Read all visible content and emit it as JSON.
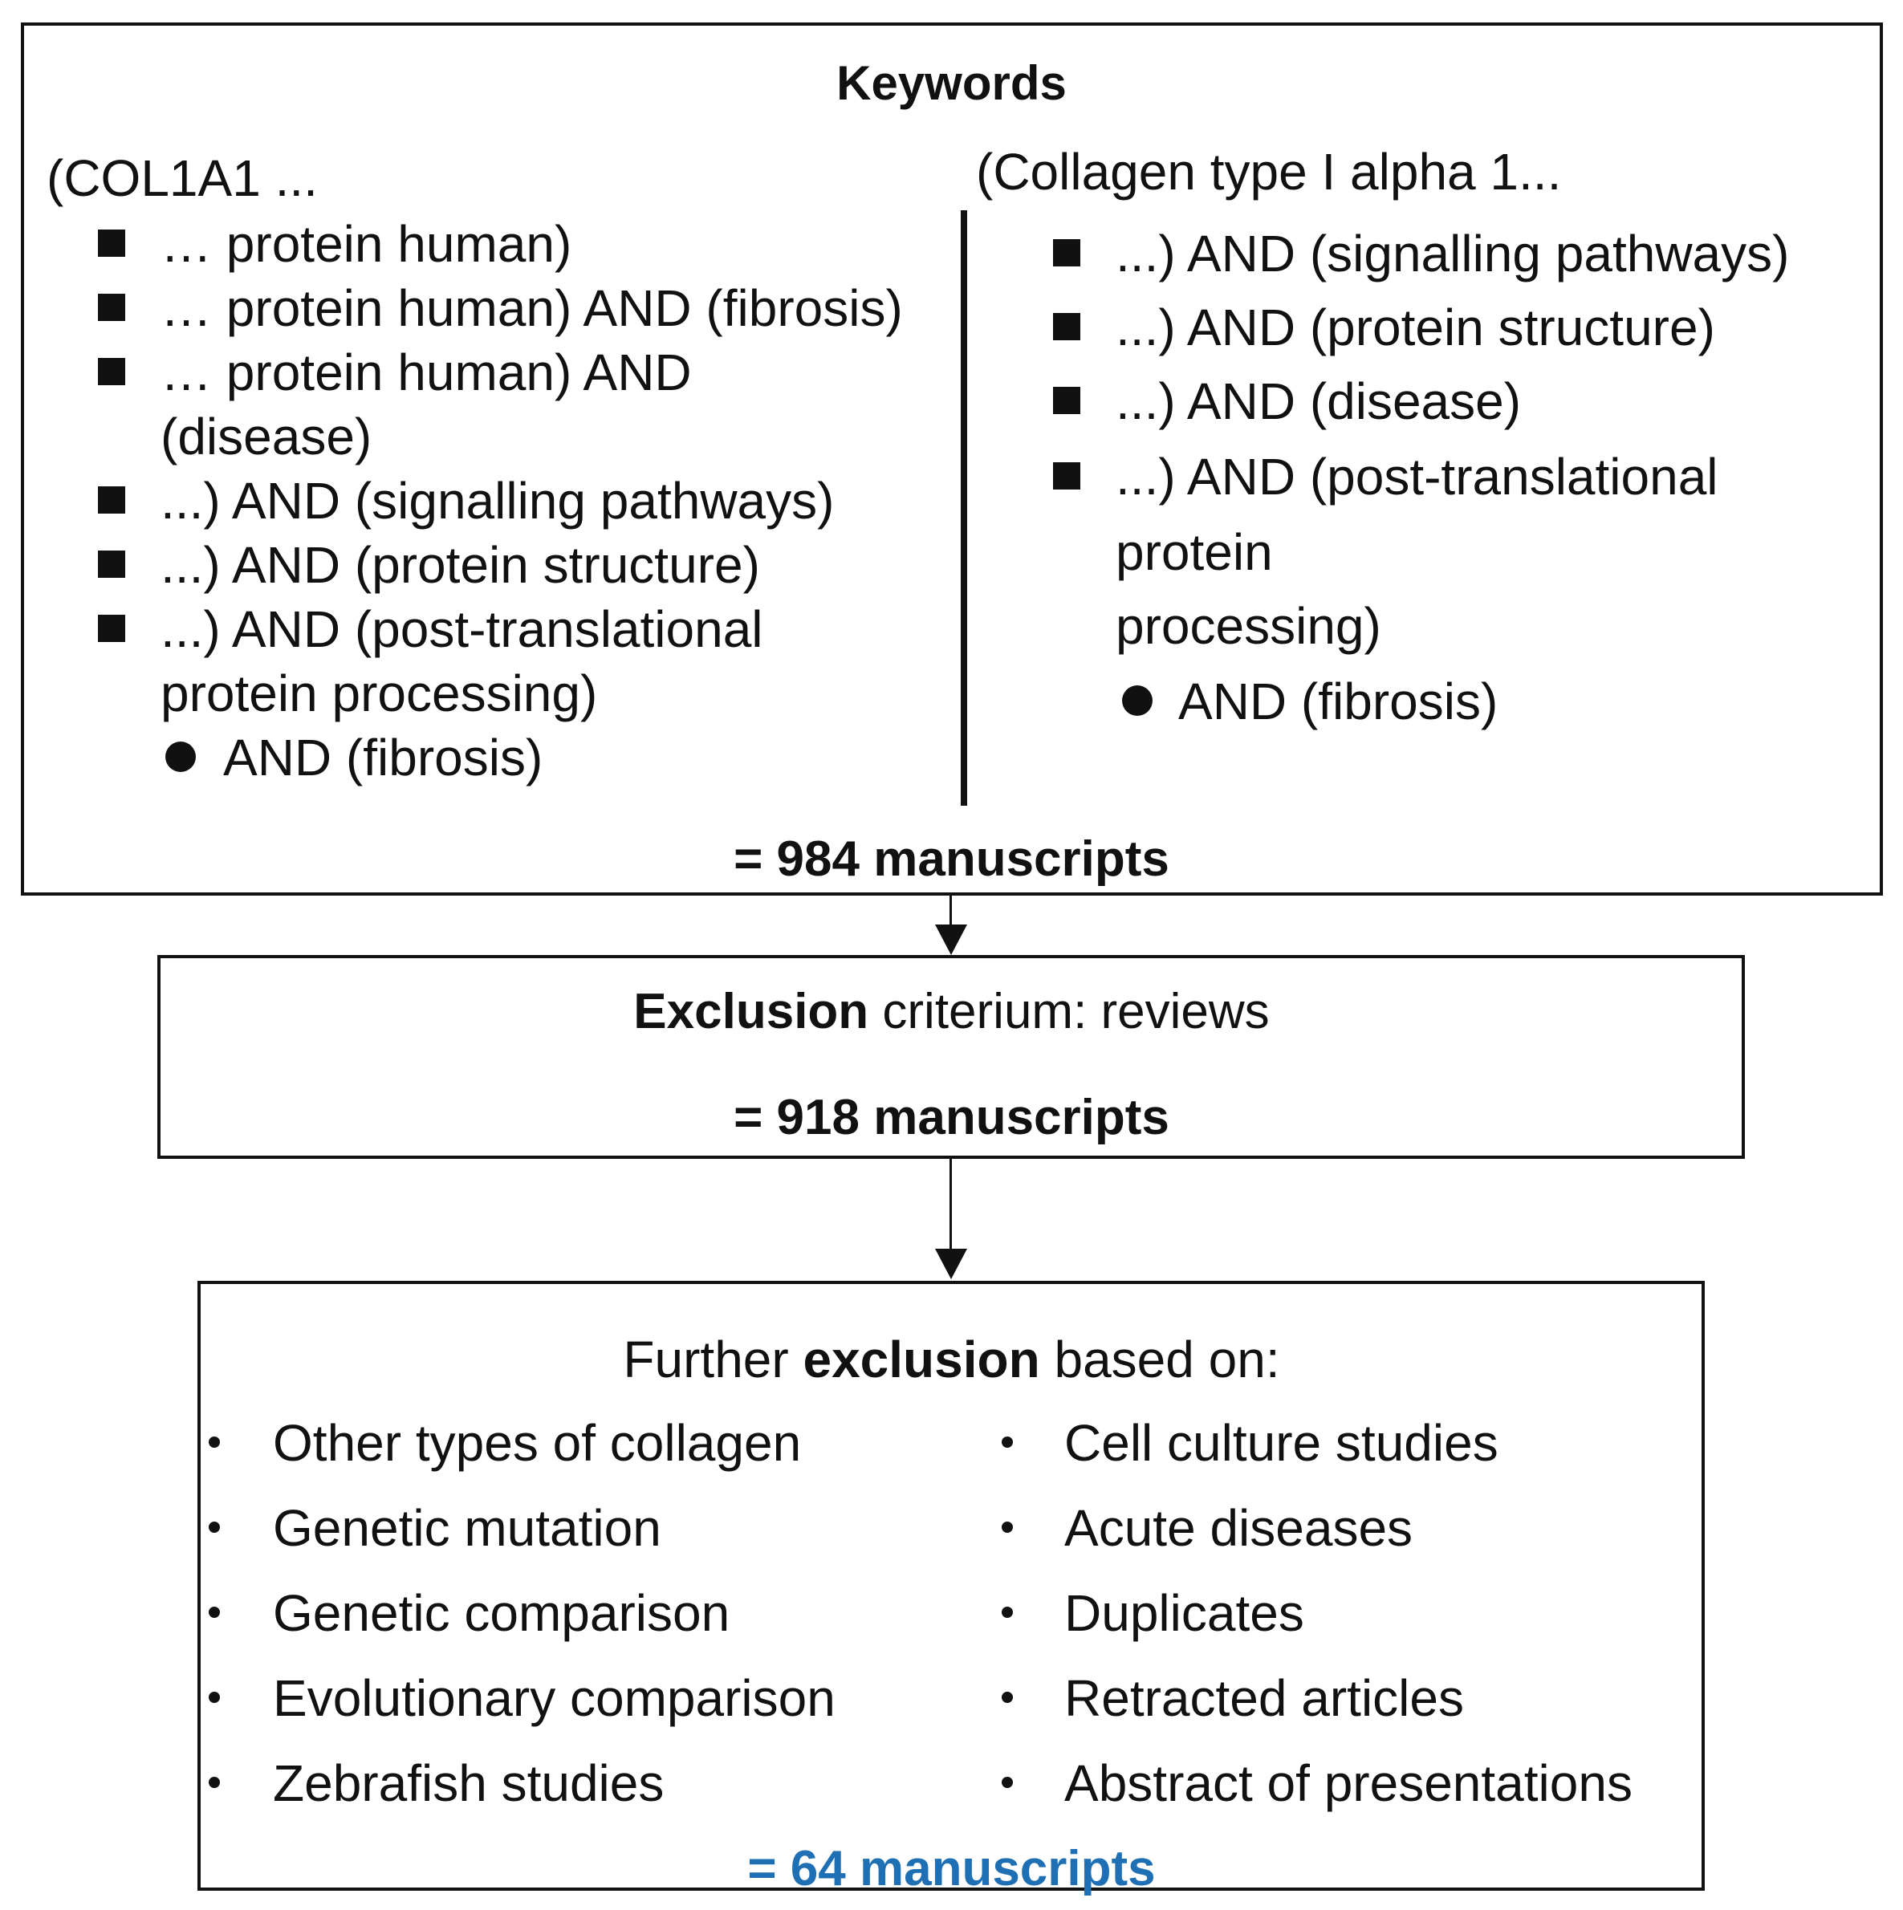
{
  "box1": {
    "title": "Keywords",
    "left": {
      "heading": "(COL1A1 ...",
      "items": [
        {
          "lines": [
            "… protein human)"
          ]
        },
        {
          "lines": [
            "… protein human) AND (fibrosis)"
          ]
        },
        {
          "lines": [
            "… protein human) AND",
            "(disease)"
          ]
        },
        {
          "lines": [
            "...) AND (signalling pathways)"
          ]
        },
        {
          "lines": [
            "...) AND (protein structure)"
          ]
        },
        {
          "lines": [
            "...) AND (post-translational",
            "protein processing)"
          ]
        }
      ],
      "sub_item": "AND (fibrosis)"
    },
    "right": {
      "heading": "(Collagen type I alpha 1...",
      "items": [
        {
          "lines": [
            "...) AND (signalling pathways)"
          ]
        },
        {
          "lines": [
            "...) AND (protein structure)"
          ]
        },
        {
          "lines": [
            "...) AND (disease)"
          ]
        },
        {
          "lines": [
            "...) AND (post-translational",
            "protein",
            "processing)"
          ]
        }
      ],
      "sub_item": "AND (fibrosis)"
    },
    "result": "= 984 manuscripts"
  },
  "box2": {
    "title_bold": "Exclusion",
    "title_rest": " criterium: reviews",
    "result": "= 918 manuscripts"
  },
  "box3": {
    "title_pre": "Further ",
    "title_bold": "exclusion",
    "title_post": " based on:",
    "left_items": [
      "Other types of collagen",
      "Genetic mutation",
      "Genetic comparison",
      "Evolutionary comparison",
      "Zebrafish studies"
    ],
    "right_items": [
      "Cell culture studies",
      "Acute diseases",
      "Duplicates",
      "Retracted articles",
      "Abstract of presentations"
    ],
    "result": "= 64 manuscripts",
    "result_color": "#1f6fb4"
  }
}
